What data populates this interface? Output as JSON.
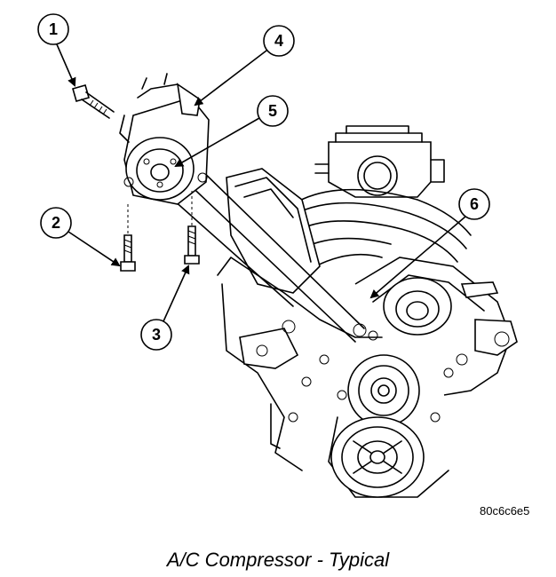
{
  "callouts": [
    {
      "label": "1"
    },
    {
      "label": "2"
    },
    {
      "label": "3"
    },
    {
      "label": "4"
    },
    {
      "label": "5"
    },
    {
      "label": "6"
    }
  ],
  "figure_id": "80c6c6e5",
  "caption": "A/C Compressor - Typical"
}
